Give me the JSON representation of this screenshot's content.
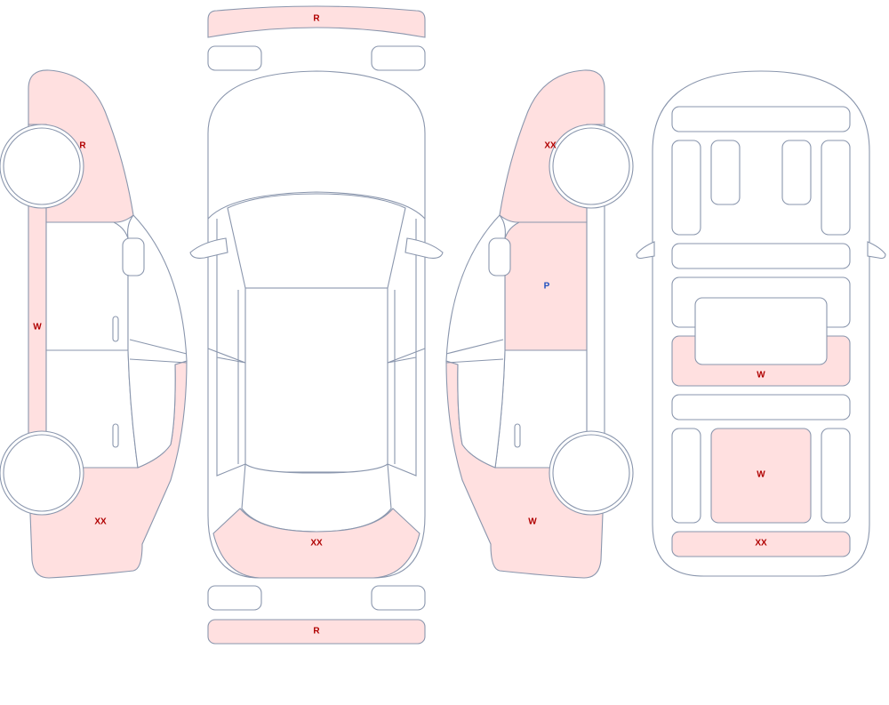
{
  "colors": {
    "outline": "#8a96ad",
    "damaged_fill": "#ffe0e0",
    "undamaged_fill": "#ffffff",
    "code_red": "#b00000",
    "code_blue": "#1f4fbf"
  },
  "damage_marks": {
    "left_view": {
      "front_fender": "R",
      "rocker_sill": "W",
      "rear_quarter": "XX"
    },
    "top_view": {
      "front_bumper": "R",
      "rear_panel": "XX",
      "rear_bumper": "R"
    },
    "right_view": {
      "front_fender": "XX",
      "front_door": "P",
      "rear_quarter": "W"
    },
    "interior_view": {
      "rear_bench": "W",
      "cargo_floor": "W",
      "rear_sill": "XX"
    }
  }
}
